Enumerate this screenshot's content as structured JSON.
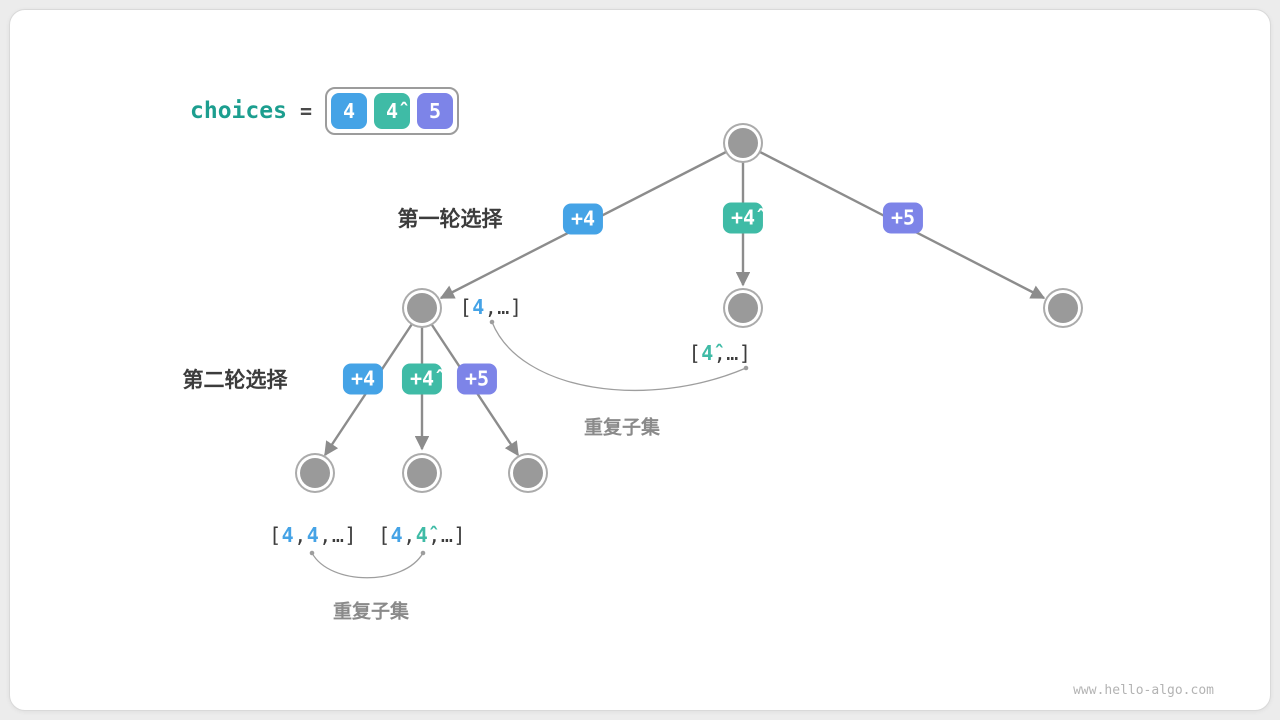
{
  "colors": {
    "blue": "#45A3E6",
    "teal": "#3FBBA6",
    "purple": "#7D84E8",
    "node": "#9A9A9A",
    "edge": "#8C8C8C",
    "dark": "#3C3C3C",
    "gray": "#8A8A8A",
    "choicesText": "#1C9E8F",
    "watermark": "#B3B3B3"
  },
  "header": {
    "label": "choices",
    "equals": "=",
    "items": [
      {
        "text": "4",
        "color": "blue"
      },
      {
        "text": "4̂",
        "color": "teal"
      },
      {
        "text": "5",
        "color": "purple"
      }
    ]
  },
  "labels": {
    "round1": "第一轮选择",
    "round2": "第二轮选择",
    "duplicate1": "重复子集",
    "duplicate2": "重复子集"
  },
  "badges": {
    "level1": [
      {
        "text": "+4",
        "color": "blue"
      },
      {
        "text": "+4̂",
        "color": "teal"
      },
      {
        "text": "+5",
        "color": "purple"
      }
    ],
    "level2": [
      {
        "text": "+4",
        "color": "blue"
      },
      {
        "text": "+4̂",
        "color": "teal"
      },
      {
        "text": "+5",
        "color": "purple"
      }
    ]
  },
  "subsets": {
    "after_first_4": [
      {
        "text": "[",
        "color": "dark"
      },
      {
        "text": "4",
        "color": "blue",
        "b": true
      },
      {
        "text": ",…]",
        "color": "dark"
      }
    ],
    "after_first_4hat": [
      {
        "text": "[",
        "color": "dark"
      },
      {
        "text": "4̂",
        "color": "teal",
        "b": true
      },
      {
        "text": ",…]",
        "color": "dark"
      }
    ],
    "after_4_4": [
      {
        "text": "[",
        "color": "dark"
      },
      {
        "text": "4",
        "color": "blue",
        "b": true
      },
      {
        "text": ",",
        "color": "dark"
      },
      {
        "text": "4",
        "color": "blue",
        "b": true
      },
      {
        "text": ",…]",
        "color": "dark"
      }
    ],
    "after_4_4hat": [
      {
        "text": "[",
        "color": "dark"
      },
      {
        "text": "4",
        "color": "blue",
        "b": true
      },
      {
        "text": ",",
        "color": "dark"
      },
      {
        "text": "4̂",
        "color": "teal",
        "b": true
      },
      {
        "text": ",…]",
        "color": "dark"
      }
    ]
  },
  "watermark": "www.hello-algo.com"
}
